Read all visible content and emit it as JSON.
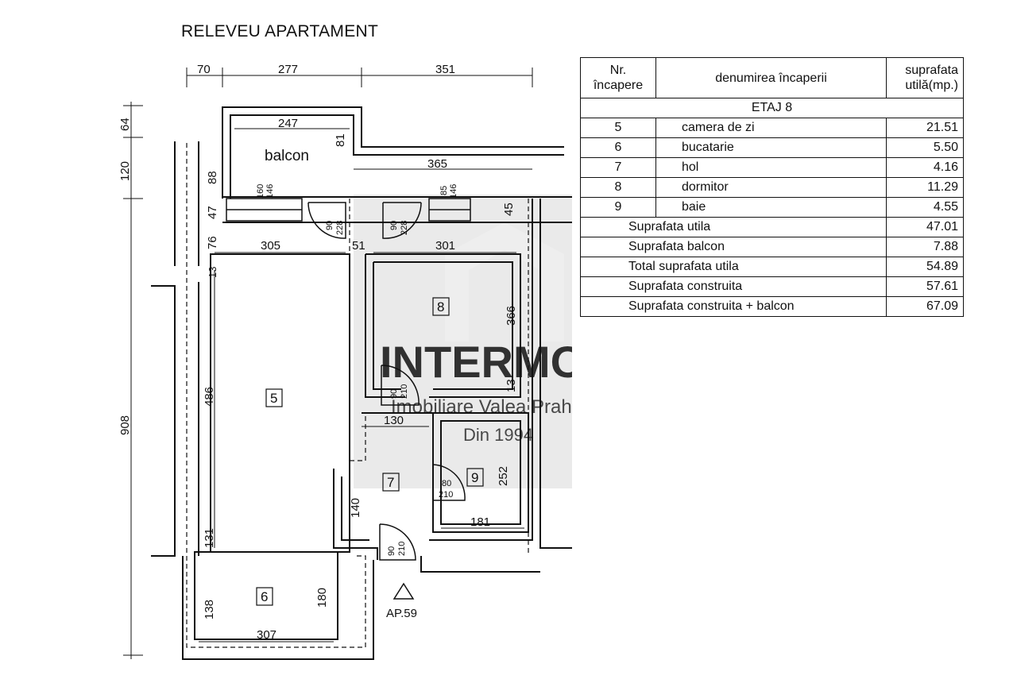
{
  "title": "RELEVEU APARTAMENT",
  "watermark": {
    "brand": "INTERMONT",
    "registered_mark": "®",
    "line1": "Imobiliare Valea Prahovei",
    "line2": "Din 1994"
  },
  "table": {
    "headers": {
      "num": "Nr. încapere",
      "name": "denumirea încaperii",
      "area": "suprafata utilă(mp.)"
    },
    "floor": "ETAJ 8",
    "rooms": [
      {
        "num": "5",
        "name": "camera de zi",
        "area": "21.51"
      },
      {
        "num": "6",
        "name": "bucatarie",
        "area": "5.50"
      },
      {
        "num": "7",
        "name": "hol",
        "area": "4.16"
      },
      {
        "num": "8",
        "name": "dormitor",
        "area": "11.29"
      },
      {
        "num": "9",
        "name": "baie",
        "area": "4.55"
      }
    ],
    "totals": [
      {
        "label": "Suprafata utila",
        "value": "47.01"
      },
      {
        "label": "Suprafata balcon",
        "value": "7.88"
      },
      {
        "label": "Total suprafata utila",
        "value": "54.89"
      },
      {
        "label": "Suprafata construita",
        "value": "57.61"
      },
      {
        "label": "Suprafata construita + balcon",
        "value": "67.09"
      }
    ]
  },
  "plan": {
    "balcony_label": "balcon",
    "apartment_label": "AP.59",
    "room_tags": {
      "r5": "5",
      "r6": "6",
      "r7": "7",
      "r8": "8",
      "r9": "9"
    },
    "dims": {
      "d70": "70",
      "d277": "277",
      "d351": "351",
      "d64": "64",
      "d120": "120",
      "d247": "247",
      "d81": "81",
      "d365": "365",
      "d88": "88",
      "d160": "160",
      "d146a": "146",
      "d85": "85",
      "d146b": "146",
      "d47": "47",
      "d45": "45",
      "d76": "76",
      "d305": "305",
      "d51": "51",
      "d301": "301",
      "d13a": "13",
      "d366": "366",
      "d486": "486",
      "d908": "908",
      "d13b": "13",
      "d130": "130",
      "d252": "252",
      "d140": "140",
      "d181": "181",
      "d131": "131",
      "d138": "138",
      "d180": "180",
      "d307": "307"
    },
    "doors": {
      "balcony_door": {
        "w": "90",
        "h": "228"
      },
      "bedroom_balcony_door": {
        "w": "90",
        "h": "228"
      },
      "bedroom_door": {
        "w": "90",
        "h": "210"
      },
      "bath_door": {
        "w": "80",
        "h": "210"
      },
      "entry_door": {
        "w": "90",
        "h": "210"
      }
    }
  }
}
